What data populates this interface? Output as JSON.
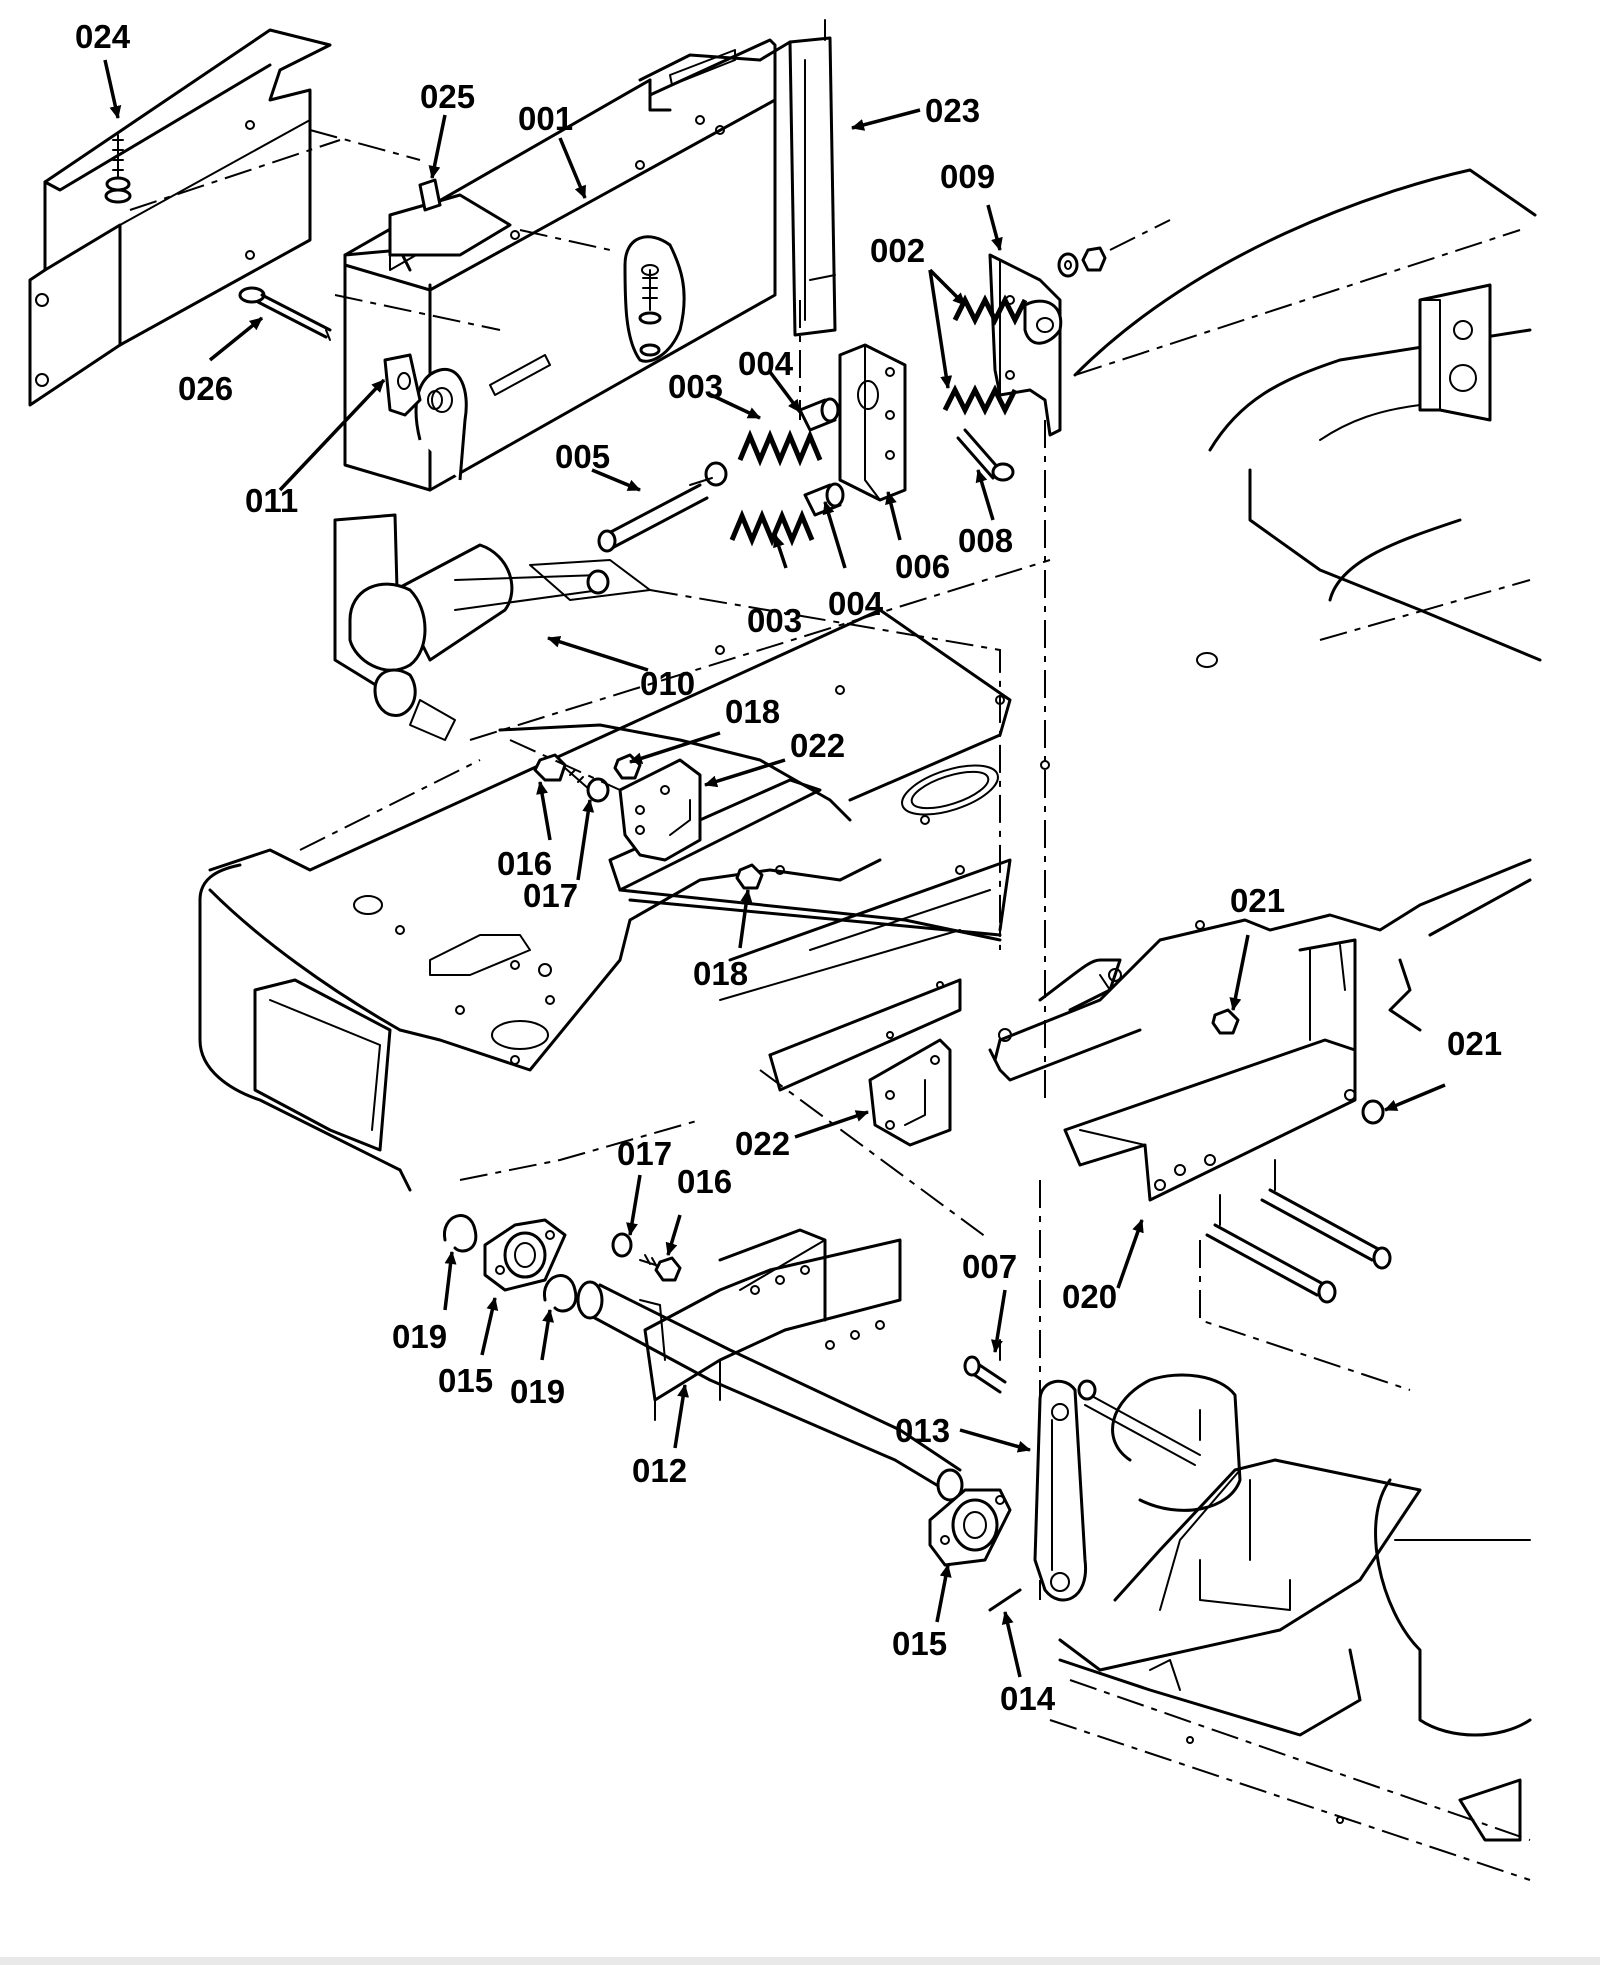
{
  "diagram": {
    "type": "exploded-parts-view",
    "labels": [
      {
        "id": "024",
        "text": "024"
      },
      {
        "id": "025",
        "text": "025"
      },
      {
        "id": "001",
        "text": "001"
      },
      {
        "id": "023",
        "text": "023"
      },
      {
        "id": "009",
        "text": "009"
      },
      {
        "id": "002",
        "text": "002"
      },
      {
        "id": "026",
        "text": "026"
      },
      {
        "id": "004a",
        "text": "004"
      },
      {
        "id": "003a",
        "text": "003"
      },
      {
        "id": "005",
        "text": "005"
      },
      {
        "id": "011",
        "text": "011"
      },
      {
        "id": "008",
        "text": "008"
      },
      {
        "id": "006",
        "text": "006"
      },
      {
        "id": "004b",
        "text": "004"
      },
      {
        "id": "003b",
        "text": "003"
      },
      {
        "id": "010",
        "text": "010"
      },
      {
        "id": "018a",
        "text": "018"
      },
      {
        "id": "022a",
        "text": "022"
      },
      {
        "id": "016a",
        "text": "016"
      },
      {
        "id": "017a",
        "text": "017"
      },
      {
        "id": "018b",
        "text": "018"
      },
      {
        "id": "021a",
        "text": "021"
      },
      {
        "id": "021b",
        "text": "021"
      },
      {
        "id": "022b",
        "text": "022"
      },
      {
        "id": "017b",
        "text": "017"
      },
      {
        "id": "016b",
        "text": "016"
      },
      {
        "id": "020",
        "text": "020"
      },
      {
        "id": "007",
        "text": "007"
      },
      {
        "id": "019a",
        "text": "019"
      },
      {
        "id": "015a",
        "text": "015"
      },
      {
        "id": "019b",
        "text": "019"
      },
      {
        "id": "013",
        "text": "013"
      },
      {
        "id": "012",
        "text": "012"
      },
      {
        "id": "015b",
        "text": "015"
      },
      {
        "id": "014",
        "text": "014"
      }
    ]
  }
}
